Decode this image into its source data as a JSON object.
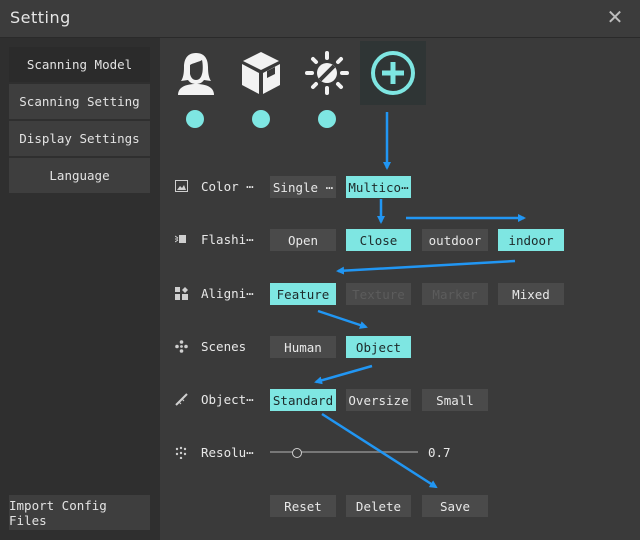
{
  "window": {
    "title": "Setting"
  },
  "sidebar": {
    "items": [
      {
        "label": "Scanning Model"
      },
      {
        "label": "Scanning Setting"
      },
      {
        "label": "Display Settings"
      },
      {
        "label": "Language"
      }
    ],
    "import_label": "Import Config Files"
  },
  "modes": [
    {
      "icon": "person-icon"
    },
    {
      "icon": "box-icon"
    },
    {
      "icon": "brightness-icon"
    },
    {
      "icon": "add-circle-icon"
    }
  ],
  "settings": {
    "color": {
      "label": "Color ⋯",
      "options": [
        "Single ⋯",
        "Multico⋯"
      ],
      "selected": "Multico⋯"
    },
    "flash": {
      "label": "Flashi⋯",
      "options": [
        "Open",
        "Close",
        "outdoor",
        "indoor"
      ],
      "selected": [
        "Close",
        "indoor"
      ]
    },
    "align": {
      "label": "Aligni⋯",
      "options": [
        "Feature",
        "Texture",
        "Marker",
        "Mixed"
      ],
      "selected": "Feature",
      "disabled": [
        "Texture",
        "Marker"
      ]
    },
    "scenes": {
      "label": "Scenes",
      "options": [
        "Human",
        "Object"
      ],
      "selected": "Object"
    },
    "object": {
      "label": "Object⋯",
      "options": [
        "Standard",
        "Oversize",
        "Small"
      ],
      "selected": "Standard"
    },
    "resolution": {
      "label": "Resolu⋯",
      "value": "0.7",
      "fraction": 0.18
    }
  },
  "actions": {
    "reset": "Reset",
    "delete": "Delete",
    "save": "Save"
  },
  "colors": {
    "accent": "#7ee6e2",
    "arrow": "#2196f3"
  }
}
